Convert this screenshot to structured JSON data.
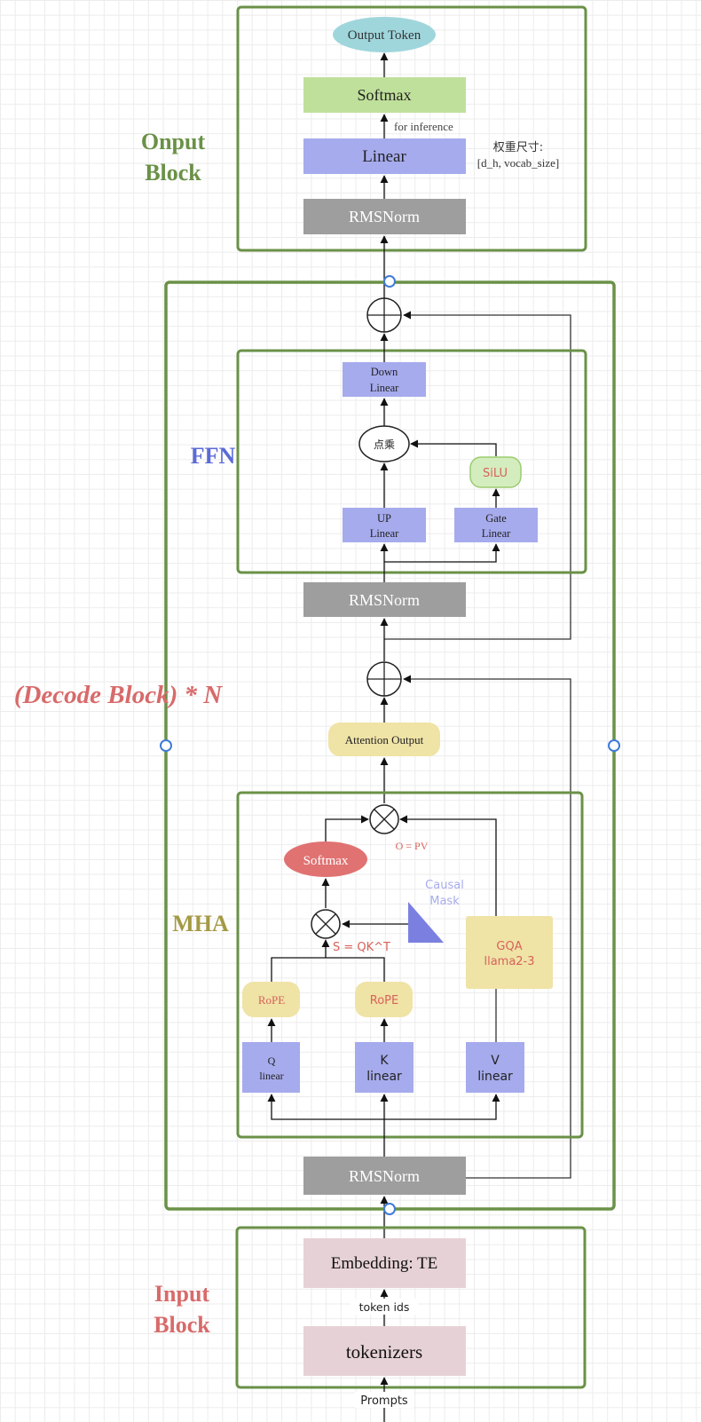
{
  "colors": {
    "block_border": "#6a9147",
    "linear_fill": "#a6abed",
    "softmax_fill": "#bfe09a",
    "norm_fill": "#9e9e9e",
    "output_token_fill": "#9fd6dc",
    "embed_fill": "#e6d2d6",
    "yellow_fill": "#efe3a6",
    "silu_fill": "#d4edbf",
    "silu_stroke": "#9ccc6e",
    "softmax_red_fill": "#e07272",
    "mask_fill": "#7b80e0",
    "red_text": "#d8625a",
    "blue_text": "#5b6bd6",
    "olive_text": "#a49a45",
    "handle": "#3f7bd8"
  },
  "labels": {
    "output_block": [
      "Onput",
      "Block"
    ],
    "ffn": "FFN",
    "decode_block": "(Decode Block) * N",
    "mha": "MHA",
    "input_block": [
      "Input",
      "Block"
    ]
  },
  "output_block": {
    "output_token": "Output Token",
    "softmax": "Softmax",
    "for_inference": "for inference",
    "linear": "Linear",
    "weight_note_line1": "权重尺寸:",
    "weight_note_line2": "[d_h, vocab_size]",
    "rmsnorm": "RMSNorm"
  },
  "ffn": {
    "down_linear": [
      "Down",
      "Linear"
    ],
    "dot_mul": "点乘",
    "silu": "SiLU",
    "up_linear": [
      "UP",
      "Linear"
    ],
    "gate_linear": [
      "Gate",
      "Linear"
    ],
    "rmsnorm": "RMSNorm"
  },
  "attention": {
    "attention_output": "Attention Output",
    "softmax": "Softmax",
    "o_eq": "O = PV",
    "causal_mask": [
      "Causal",
      "Mask"
    ],
    "s_eq": "S = QK^T",
    "gqa": [
      "GQA",
      "llama2-3"
    ],
    "rope_q": "RoPE",
    "rope_k": "RoPE",
    "q_linear": [
      "Q",
      "linear"
    ],
    "k_linear": [
      "K",
      "linear"
    ],
    "v_linear": [
      "V",
      "linear"
    ],
    "rmsnorm": "RMSNorm"
  },
  "input_block": {
    "embedding": "Embedding: TE",
    "token_ids": "token ids",
    "tokenizers": "tokenizers",
    "prompts": "Prompts"
  }
}
